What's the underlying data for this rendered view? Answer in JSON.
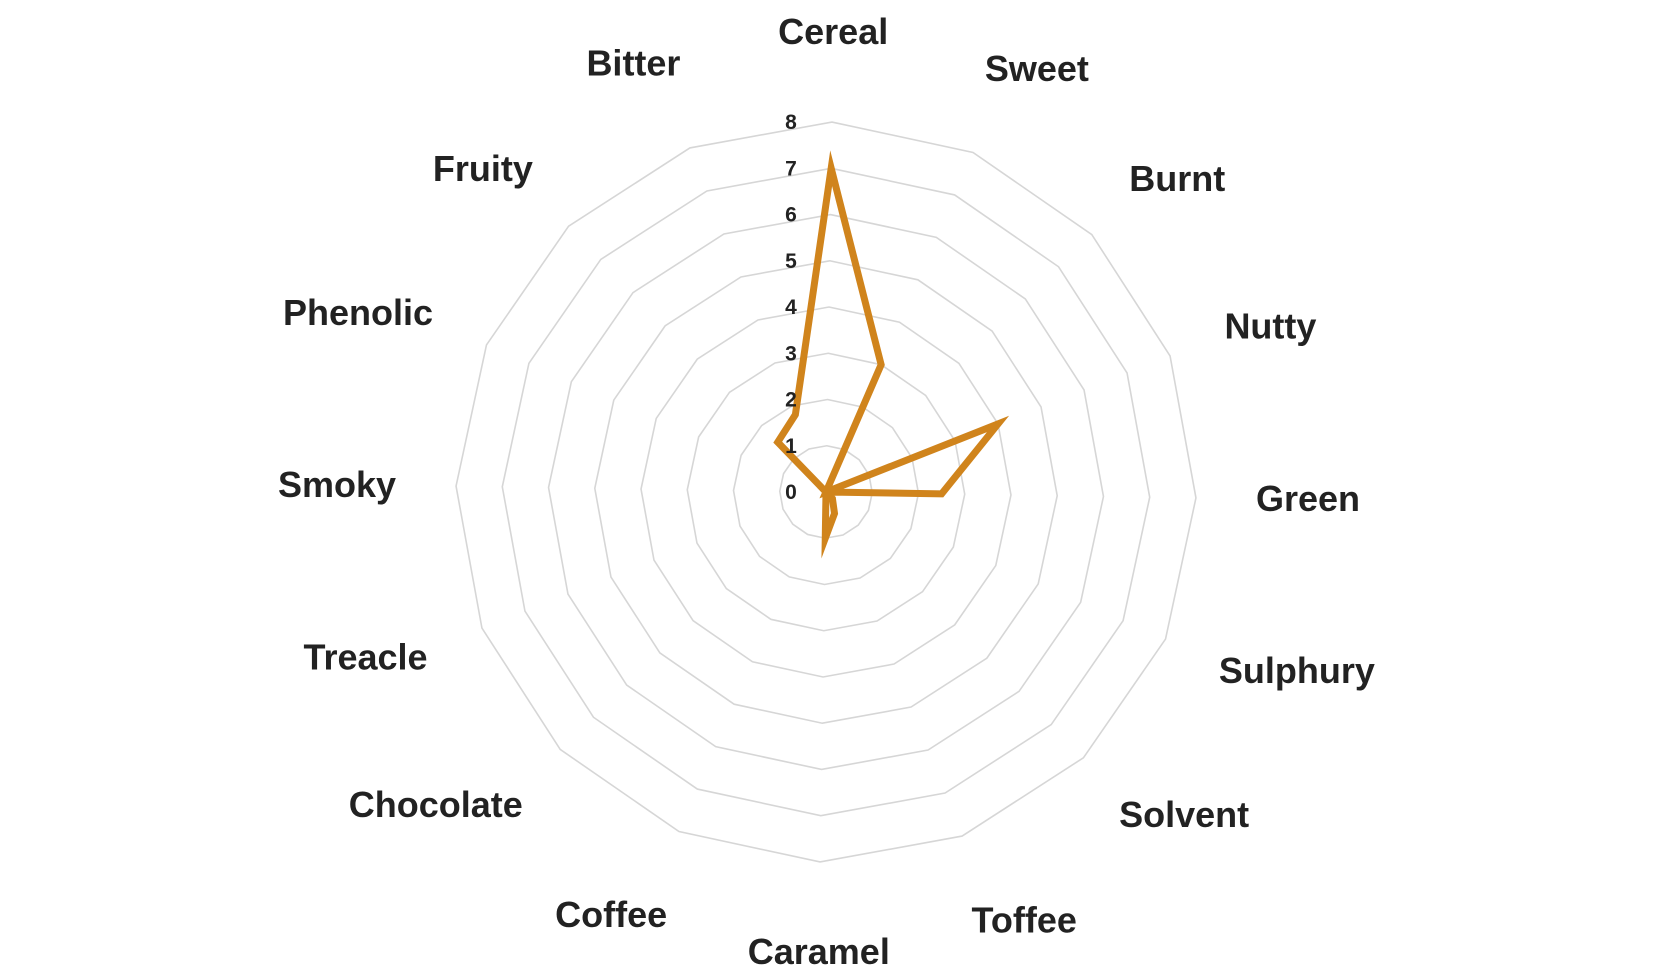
{
  "chart_data": {
    "type": "radar",
    "categories": [
      "Cereal",
      "Sweet",
      "Burnt",
      "Nutty",
      "Green",
      "Sulphury",
      "Solvent",
      "Toffee",
      "Caramel",
      "Coffee",
      "Chocolate",
      "Treacle",
      "Smoky",
      "Phenolic",
      "Fruity",
      "Bitter"
    ],
    "series": [
      {
        "values": [
          7,
          3,
          0,
          4,
          2.5,
          0,
          0.2,
          0.5,
          1,
          0,
          0,
          0,
          0,
          0,
          1.5,
          1.8
        ],
        "color": "#d0841c"
      }
    ],
    "rlim": [
      0,
      8
    ],
    "ticks": [
      "0",
      "1",
      "2",
      "3",
      "4",
      "5",
      "6",
      "7",
      "8"
    ],
    "grid": true,
    "legend": "none"
  }
}
